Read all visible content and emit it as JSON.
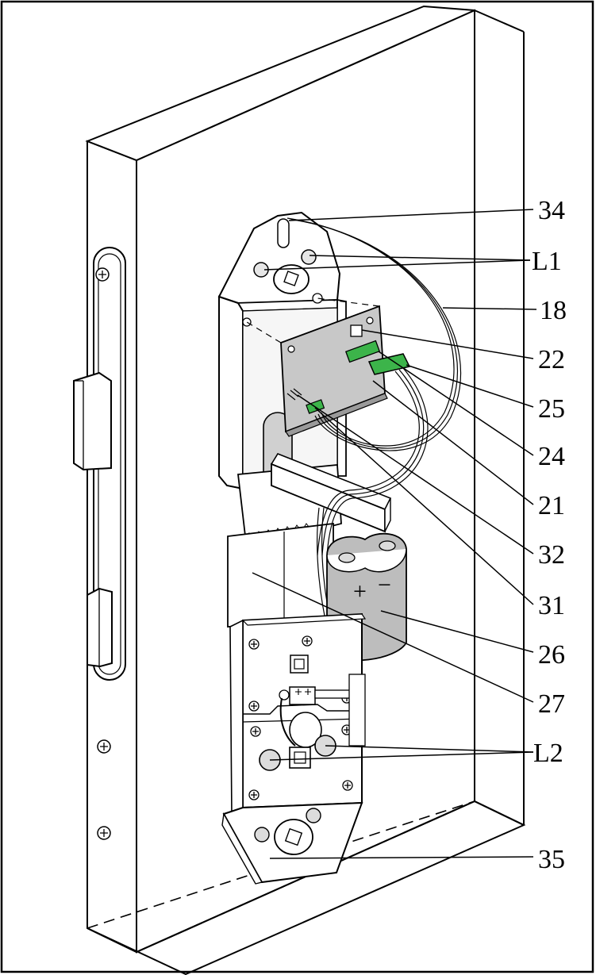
{
  "figure": {
    "labels": {
      "l34": "34",
      "lL1": "L1",
      "l18": "18",
      "l22": "22",
      "l25": "25",
      "l24": "24",
      "l21": "21",
      "l32": "32",
      "l31": "31",
      "l26": "26",
      "l27": "27",
      "lL2": "L2",
      "l35": "35"
    },
    "battery_marks": {
      "plus": "+",
      "minus": "−"
    },
    "colors": {
      "line": "#000000",
      "pcb": "#c8c8c8",
      "battery": "#bdbdbd",
      "connector": "#3cb44a",
      "background": "#ffffff"
    }
  }
}
